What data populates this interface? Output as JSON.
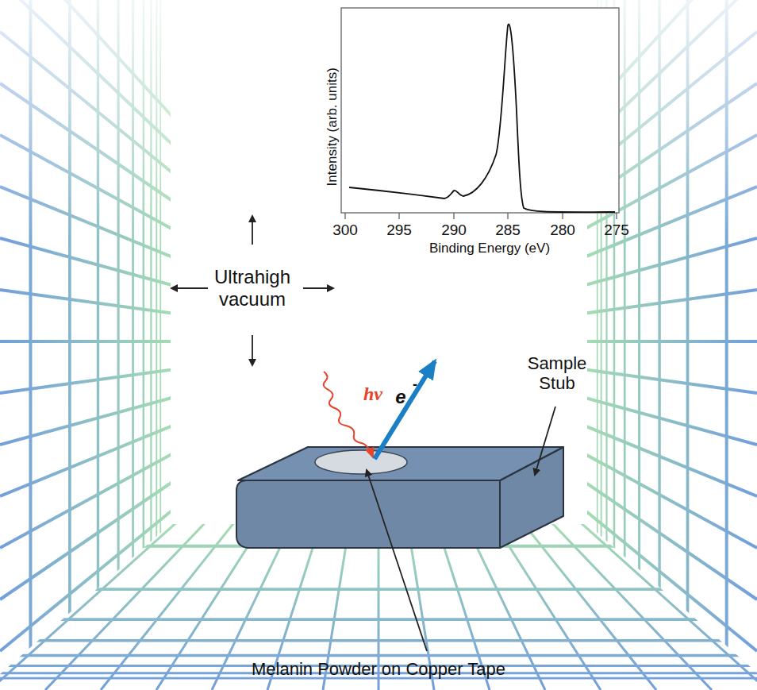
{
  "diagram": {
    "labels": [
      "Ultrahigh vacuum",
      "hv",
      "e",
      "-",
      "Sample Stub",
      "Melanin Powder on Copper Tape",
      "Intensity (arb. units)",
      "Binding Energy (eV)",
      "300",
      "295",
      "290",
      "285",
      "280",
      "275"
    ]
  }
}
